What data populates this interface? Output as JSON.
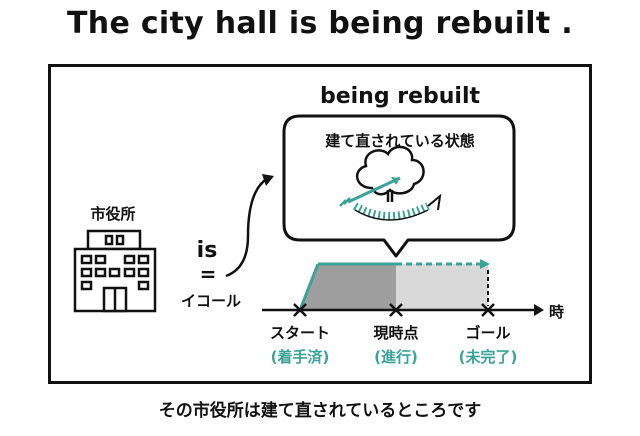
{
  "title": "The city hall is being rebuilt .",
  "subtitle": "being rebuilt",
  "bubble_text": "建て直されている状態",
  "building_label": "市役所",
  "is_label": "is",
  "equals_sign": "=",
  "equal_word": "イコール",
  "time_axis_label": "時",
  "timeline": [
    {
      "label": "スタート",
      "status": "(着手済)"
    },
    {
      "label": "現時点",
      "status": "(進行)"
    },
    {
      "label": "ゴール",
      "status": "(未完了)"
    }
  ],
  "caption": "その市役所は建て直されているところです",
  "colors": {
    "accent": "#3aa397",
    "done": "#9e9e9e",
    "remaining": "#d9d9d9",
    "ink": "#111111"
  },
  "icons": [
    "building-icon",
    "tree-icon",
    "rotate-arrow-icon",
    "curved-arrow-icon"
  ]
}
